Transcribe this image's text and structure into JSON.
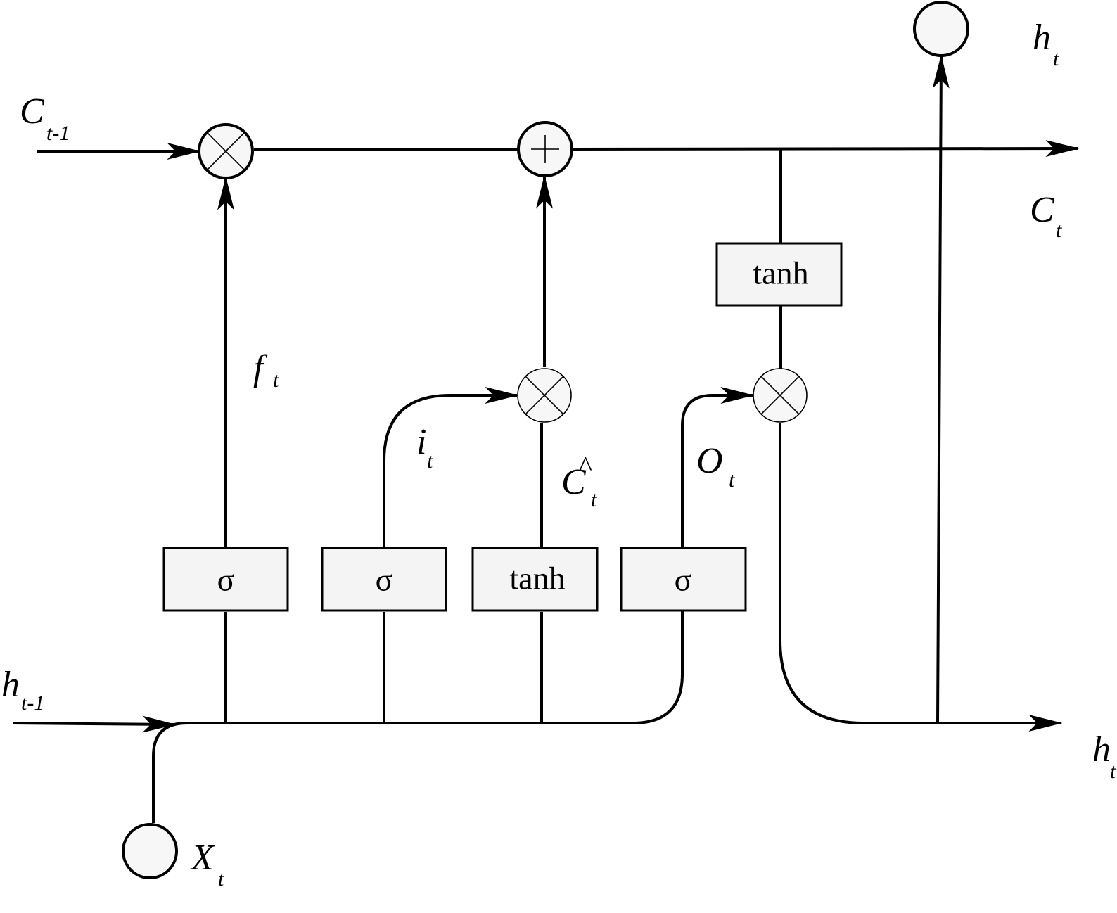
{
  "gates": {
    "forget": "σ",
    "input": "σ",
    "candidate": "tanh",
    "output": "σ",
    "cell_tanh": "tanh"
  },
  "variables": {
    "c_prev": {
      "main": "C",
      "sub": "t-1"
    },
    "c_out": {
      "main": "C",
      "sub": "t"
    },
    "h_prev": {
      "main": "h",
      "sub": "t-1"
    },
    "h_out_right": {
      "main": "h",
      "sub": "t"
    },
    "h_out_top": {
      "main": "h",
      "sub": "t"
    },
    "x_in": {
      "main": "X",
      "sub": "t"
    },
    "f": {
      "main": "f",
      "sub": "t"
    },
    "i": {
      "main": "i",
      "sub": "t"
    },
    "c_hat": {
      "main": "C",
      "sub": "t",
      "accent": "^"
    },
    "o": {
      "main": "O",
      "sub": "t"
    }
  }
}
